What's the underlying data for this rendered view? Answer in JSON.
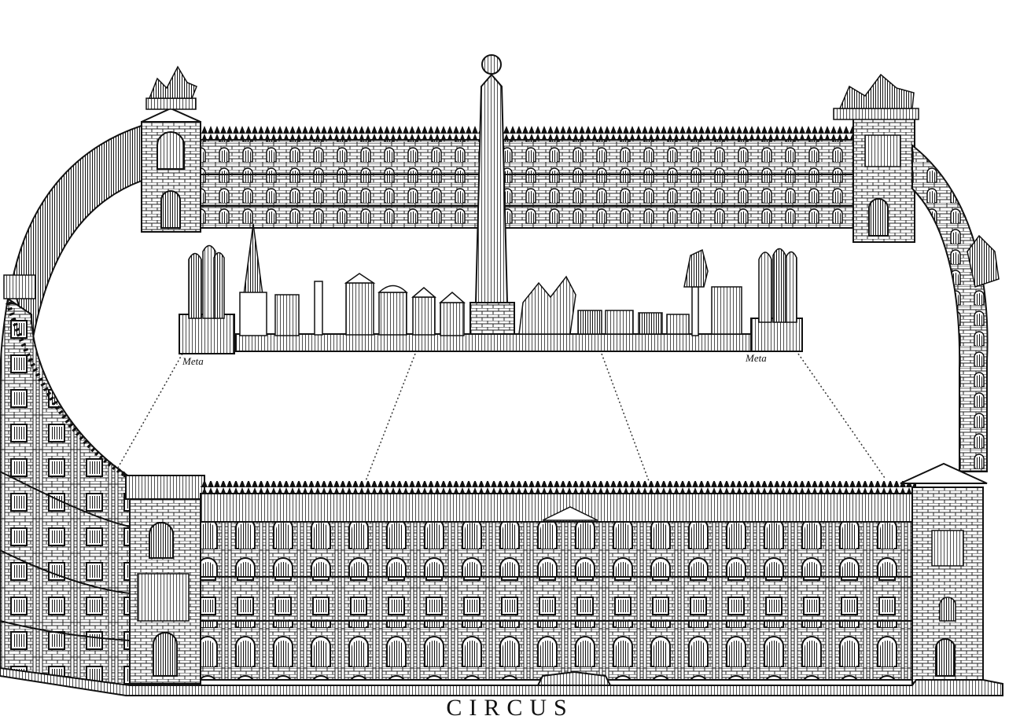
{
  "caption": "CIRCUS",
  "meta_left_label": "Meta",
  "meta_right_label": "Meta",
  "colors": {
    "ink": "#111111",
    "paper": "#ffffff"
  }
}
